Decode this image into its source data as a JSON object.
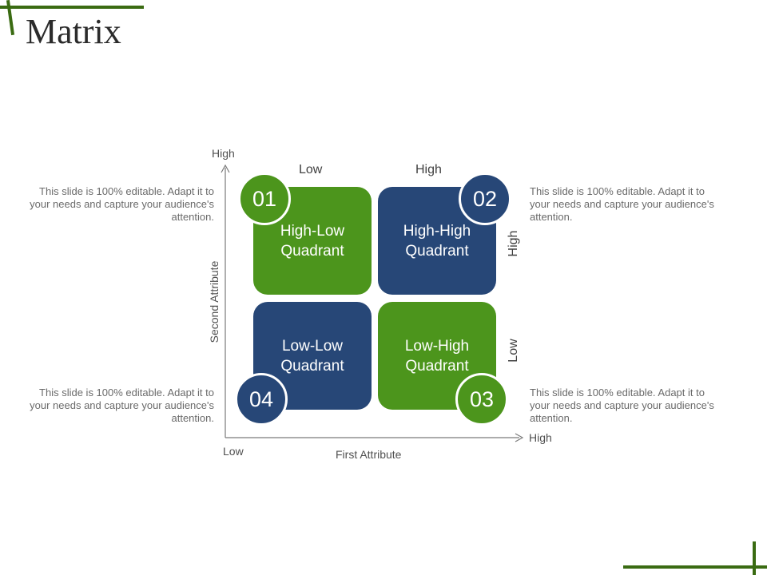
{
  "title": "Matrix",
  "axes": {
    "y_high": "High",
    "y_low": "Low",
    "y_title": "Second Attribute",
    "x_high": "High",
    "x_title": "First Attribute"
  },
  "column_labels": {
    "left": "Low",
    "right": "High"
  },
  "row_labels": {
    "top": "High",
    "bottom": "Low"
  },
  "quadrants": [
    {
      "number": "01",
      "line1": "High-Low",
      "line2": "Quadrant",
      "color": "#4c951c"
    },
    {
      "number": "02",
      "line1": "High-High",
      "line2": "Quadrant",
      "color": "#274777"
    },
    {
      "number": "03",
      "line1": "Low-High",
      "line2": "Quadrant",
      "color": "#4c951c"
    },
    {
      "number": "04",
      "line1": "Low-Low",
      "line2": "Quadrant",
      "color": "#274777"
    }
  ],
  "descriptions": {
    "top_left": "This slide is 100% editable. Adapt it to your needs and capture your audience's attention.",
    "top_right": "This slide is 100% editable. Adapt it to your needs and capture your audience's attention.",
    "bottom_left": "This slide is 100% editable. Adapt it to your needs and capture your audience's attention.",
    "bottom_right": "This slide is 100% editable. Adapt it to your needs and capture your audience's attention."
  },
  "colors": {
    "accent_green": "#4c951c",
    "accent_blue": "#274777",
    "corner_line": "#3a6b12"
  }
}
